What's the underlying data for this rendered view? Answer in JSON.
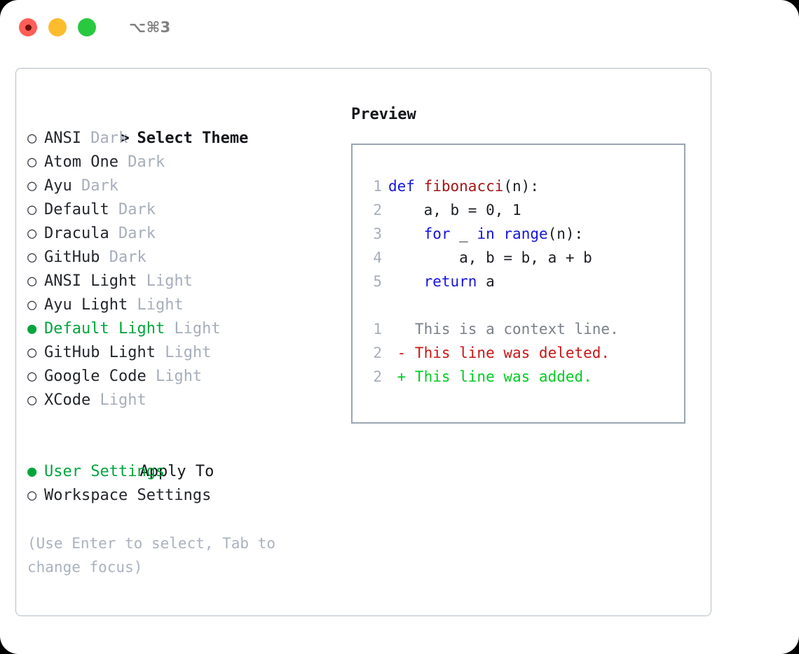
{
  "titlebar": {
    "shortcut": "⌥⌘3",
    "buttons": [
      {
        "name": "close",
        "color": "#ff5f57"
      },
      {
        "name": "minimize",
        "color": "#fdbc2e"
      },
      {
        "name": "zoom",
        "color": "#28c93f"
      }
    ]
  },
  "theme_picker": {
    "header_caret": ">",
    "header_label": "Select Theme",
    "marker_selected": "●",
    "marker_unselected": "○",
    "items": [
      {
        "name": "ANSI",
        "tag": "Dark",
        "selected": false
      },
      {
        "name": "Atom One",
        "tag": "Dark",
        "selected": false
      },
      {
        "name": "Ayu",
        "tag": "Dark",
        "selected": false
      },
      {
        "name": "Default",
        "tag": "Dark",
        "selected": false
      },
      {
        "name": "Dracula",
        "tag": "Dark",
        "selected": false
      },
      {
        "name": "GitHub",
        "tag": "Dark",
        "selected": false
      },
      {
        "name": "ANSI Light",
        "tag": "Light",
        "selected": false
      },
      {
        "name": "Ayu Light",
        "tag": "Light",
        "selected": false
      },
      {
        "name": "Default Light",
        "tag": "Light",
        "selected": true
      },
      {
        "name": "GitHub Light",
        "tag": "Light",
        "selected": false
      },
      {
        "name": "Google Code",
        "tag": "Light",
        "selected": false
      },
      {
        "name": "XCode",
        "tag": "Light",
        "selected": false
      }
    ]
  },
  "apply_to": {
    "header_label": "Apply To",
    "items": [
      {
        "name": "User Settings",
        "selected": true
      },
      {
        "name": "Workspace Settings",
        "selected": false
      }
    ]
  },
  "hint": "(Use Enter to select, Tab to change focus)",
  "preview": {
    "title": "Preview",
    "code_lines": [
      {
        "num": "1",
        "tokens": [
          {
            "t": "def",
            "c": "kw"
          },
          {
            "t": " ",
            "c": "pl"
          },
          {
            "t": "fibonacci",
            "c": "fn"
          },
          {
            "t": "(n):",
            "c": "pl"
          }
        ]
      },
      {
        "num": "2",
        "tokens": [
          {
            "t": "    a, b = 0, 1",
            "c": "pl"
          }
        ]
      },
      {
        "num": "3",
        "tokens": [
          {
            "t": "    ",
            "c": "pl"
          },
          {
            "t": "for",
            "c": "kw"
          },
          {
            "t": " _ ",
            "c": "pl"
          },
          {
            "t": "in",
            "c": "kw"
          },
          {
            "t": " ",
            "c": "pl"
          },
          {
            "t": "range",
            "c": "kw"
          },
          {
            "t": "(n):",
            "c": "pl"
          }
        ]
      },
      {
        "num": "4",
        "tokens": [
          {
            "t": "        a, b = b, a + b",
            "c": "pl"
          }
        ]
      },
      {
        "num": "5",
        "tokens": [
          {
            "t": "    ",
            "c": "pl"
          },
          {
            "t": "return",
            "c": "kw"
          },
          {
            "t": " a",
            "c": "pl"
          }
        ]
      }
    ],
    "diff_lines": [
      {
        "num": "1",
        "marker": " ",
        "text": "This is a context line.",
        "kind": "ctx"
      },
      {
        "num": "2",
        "marker": "-",
        "text": "This line was deleted.",
        "kind": "del"
      },
      {
        "num": "2",
        "marker": "+",
        "text": "This line was added.",
        "kind": "add"
      }
    ]
  },
  "colors": {
    "accent_green": "#00a63c",
    "diff_added": "#00cc22",
    "diff_deleted": "#cc1414",
    "keyword_blue": "#1414e0",
    "function_red": "#a31515",
    "muted_gray": "#a6aebb"
  }
}
